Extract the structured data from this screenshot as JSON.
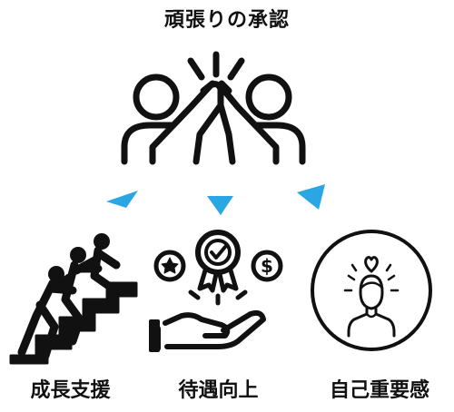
{
  "diagram": {
    "title": "頑張りの承認",
    "arrow_color": "#29a6e3",
    "icon_color": "#111111",
    "nodes": [
      {
        "id": "growth",
        "label": "成長支援",
        "icon": "stair-climbing-helping-hand-icon"
      },
      {
        "id": "treatment",
        "label": "待遇向上",
        "icon": "reward-hand-icon"
      },
      {
        "id": "self",
        "label": "自己重要感",
        "icon": "person-heart-icon"
      }
    ],
    "top_icon": "high-five-icon"
  }
}
